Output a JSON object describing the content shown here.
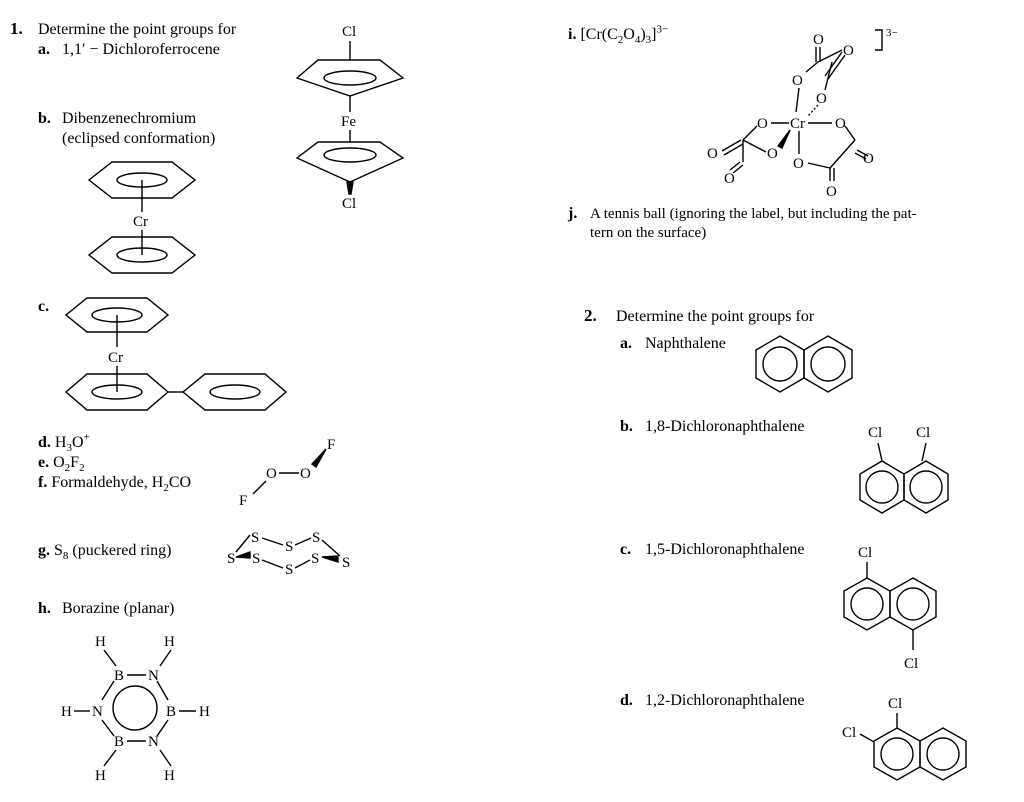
{
  "problem1": {
    "number": "1.",
    "prompt": "Determine the point groups for",
    "items": {
      "a": {
        "letter": "a.",
        "text": "1,1′ − Dichloroferrocene"
      },
      "b": {
        "letter": "b.",
        "text": "Dibenzenechromium",
        "text2": "(eclipsed conformation)"
      },
      "c": {
        "letter": "c."
      },
      "d": {
        "letter": "d.",
        "base": "H",
        "sub": "3",
        "base2": "O",
        "sup": "+"
      },
      "e": {
        "letter": "e.",
        "p1": "O",
        "s1": "2",
        "p2": "F",
        "s2": "2"
      },
      "f": {
        "letter": "f.",
        "text": "Formaldehyde, H",
        "sub": "2",
        "text2": "CO"
      },
      "g": {
        "letter": "g.",
        "base": "S",
        "sub": "8",
        "text": " (puckered ring)"
      },
      "h": {
        "letter": "h.",
        "text": "Borazine (planar)"
      },
      "i": {
        "letter": "i.",
        "t1": "[Cr(C",
        "s1": "2",
        "t2": "O",
        "s2": "4",
        "t3": ")",
        "s3": "3",
        "t4": "]",
        "sup": "3−"
      },
      "j": {
        "letter": "j.",
        "text": "A tennis ball (ignoring the label, but including the pat-",
        "text2": "tern on the surface)"
      }
    }
  },
  "problem2": {
    "number": "2.",
    "prompt": "Determine the point groups for",
    "items": {
      "a": {
        "letter": "a.",
        "text": "Naphthalene"
      },
      "b": {
        "letter": "b.",
        "text": "1,8-Dichloronaphthalene"
      },
      "c": {
        "letter": "c.",
        "text": "1,5-Dichloronaphthalene"
      },
      "d": {
        "letter": "d.",
        "text": "1,2-Dichloronaphthalene"
      }
    }
  },
  "atoms": {
    "Cl": "Cl",
    "Fe": "Fe",
    "Cr": "Cr",
    "O": "O",
    "F": "F",
    "S": "S",
    "B": "B",
    "N": "N",
    "H": "H",
    "charge": "3−"
  }
}
